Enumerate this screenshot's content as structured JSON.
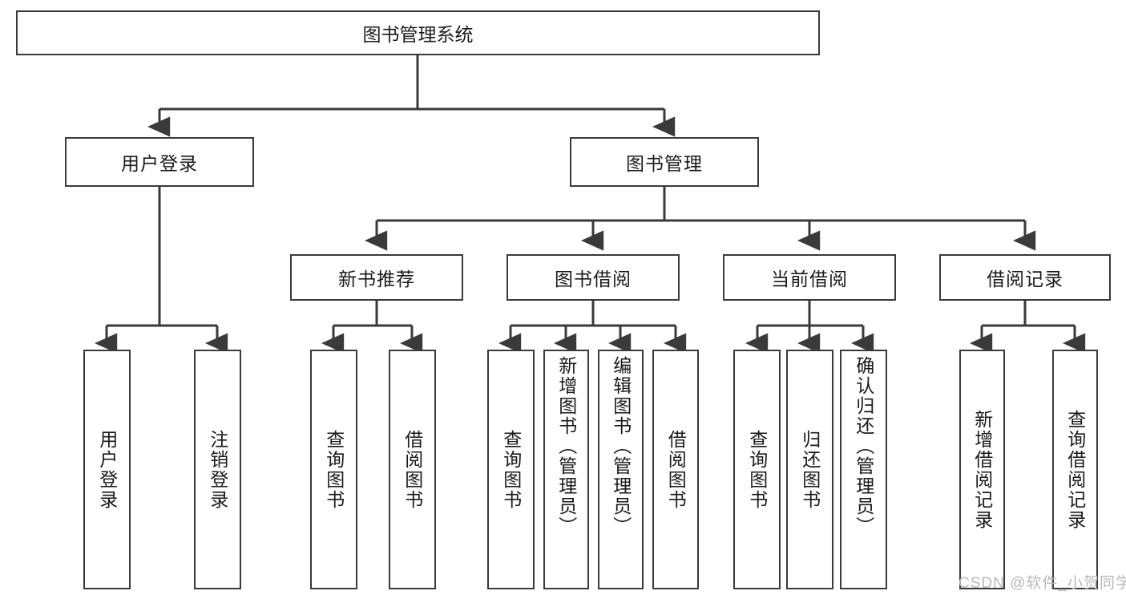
{
  "diagram": {
    "title": "图书管理系统",
    "type": "hierarchy-tree",
    "root": {
      "id": "root",
      "label": "图书管理系统"
    },
    "level1": [
      {
        "id": "user-login",
        "label": "用户登录"
      },
      {
        "id": "book-management",
        "label": "图书管理"
      }
    ],
    "level2": [
      {
        "id": "new-book-recommend",
        "label": "新书推荐",
        "parent": "book-management"
      },
      {
        "id": "book-borrow",
        "label": "图书借阅",
        "parent": "book-management"
      },
      {
        "id": "current-borrow",
        "label": "当前借阅",
        "parent": "book-management"
      },
      {
        "id": "borrow-record",
        "label": "借阅记录",
        "parent": "book-management"
      }
    ],
    "leaves": [
      {
        "id": "leaf-user-login",
        "label": "用户登录",
        "parent": "user-login"
      },
      {
        "id": "leaf-logout-login",
        "label": "注销登录",
        "parent": "user-login"
      },
      {
        "id": "leaf-query-book-1",
        "label": "查询图书",
        "parent": "new-book-recommend"
      },
      {
        "id": "leaf-borrow-book-1",
        "label": "借阅图书",
        "parent": "new-book-recommend"
      },
      {
        "id": "leaf-query-book-2",
        "label": "查询图书",
        "parent": "book-borrow"
      },
      {
        "id": "leaf-add-book",
        "label": "新增图书（管理员）",
        "parent": "book-borrow"
      },
      {
        "id": "leaf-edit-book",
        "label": "编辑图书（管理员）",
        "parent": "book-borrow"
      },
      {
        "id": "leaf-borrow-book-2",
        "label": "借阅图书",
        "parent": "book-borrow"
      },
      {
        "id": "leaf-query-book-3",
        "label": "查询图书",
        "parent": "current-borrow"
      },
      {
        "id": "leaf-return-book",
        "label": "归还图书",
        "parent": "current-borrow"
      },
      {
        "id": "leaf-confirm-return",
        "label": "确认归还（管理员）",
        "parent": "current-borrow"
      },
      {
        "id": "leaf-add-record",
        "label": "新增借阅记录",
        "parent": "borrow-record"
      },
      {
        "id": "leaf-query-record",
        "label": "查询借阅记录",
        "parent": "borrow-record"
      }
    ],
    "watermark": "CSDN @软件_小贺同学",
    "colors": {
      "border": "#3a3a3a",
      "background": "#ffffff",
      "text": "#1a1a1a",
      "watermark": "#b9b9b9"
    }
  }
}
